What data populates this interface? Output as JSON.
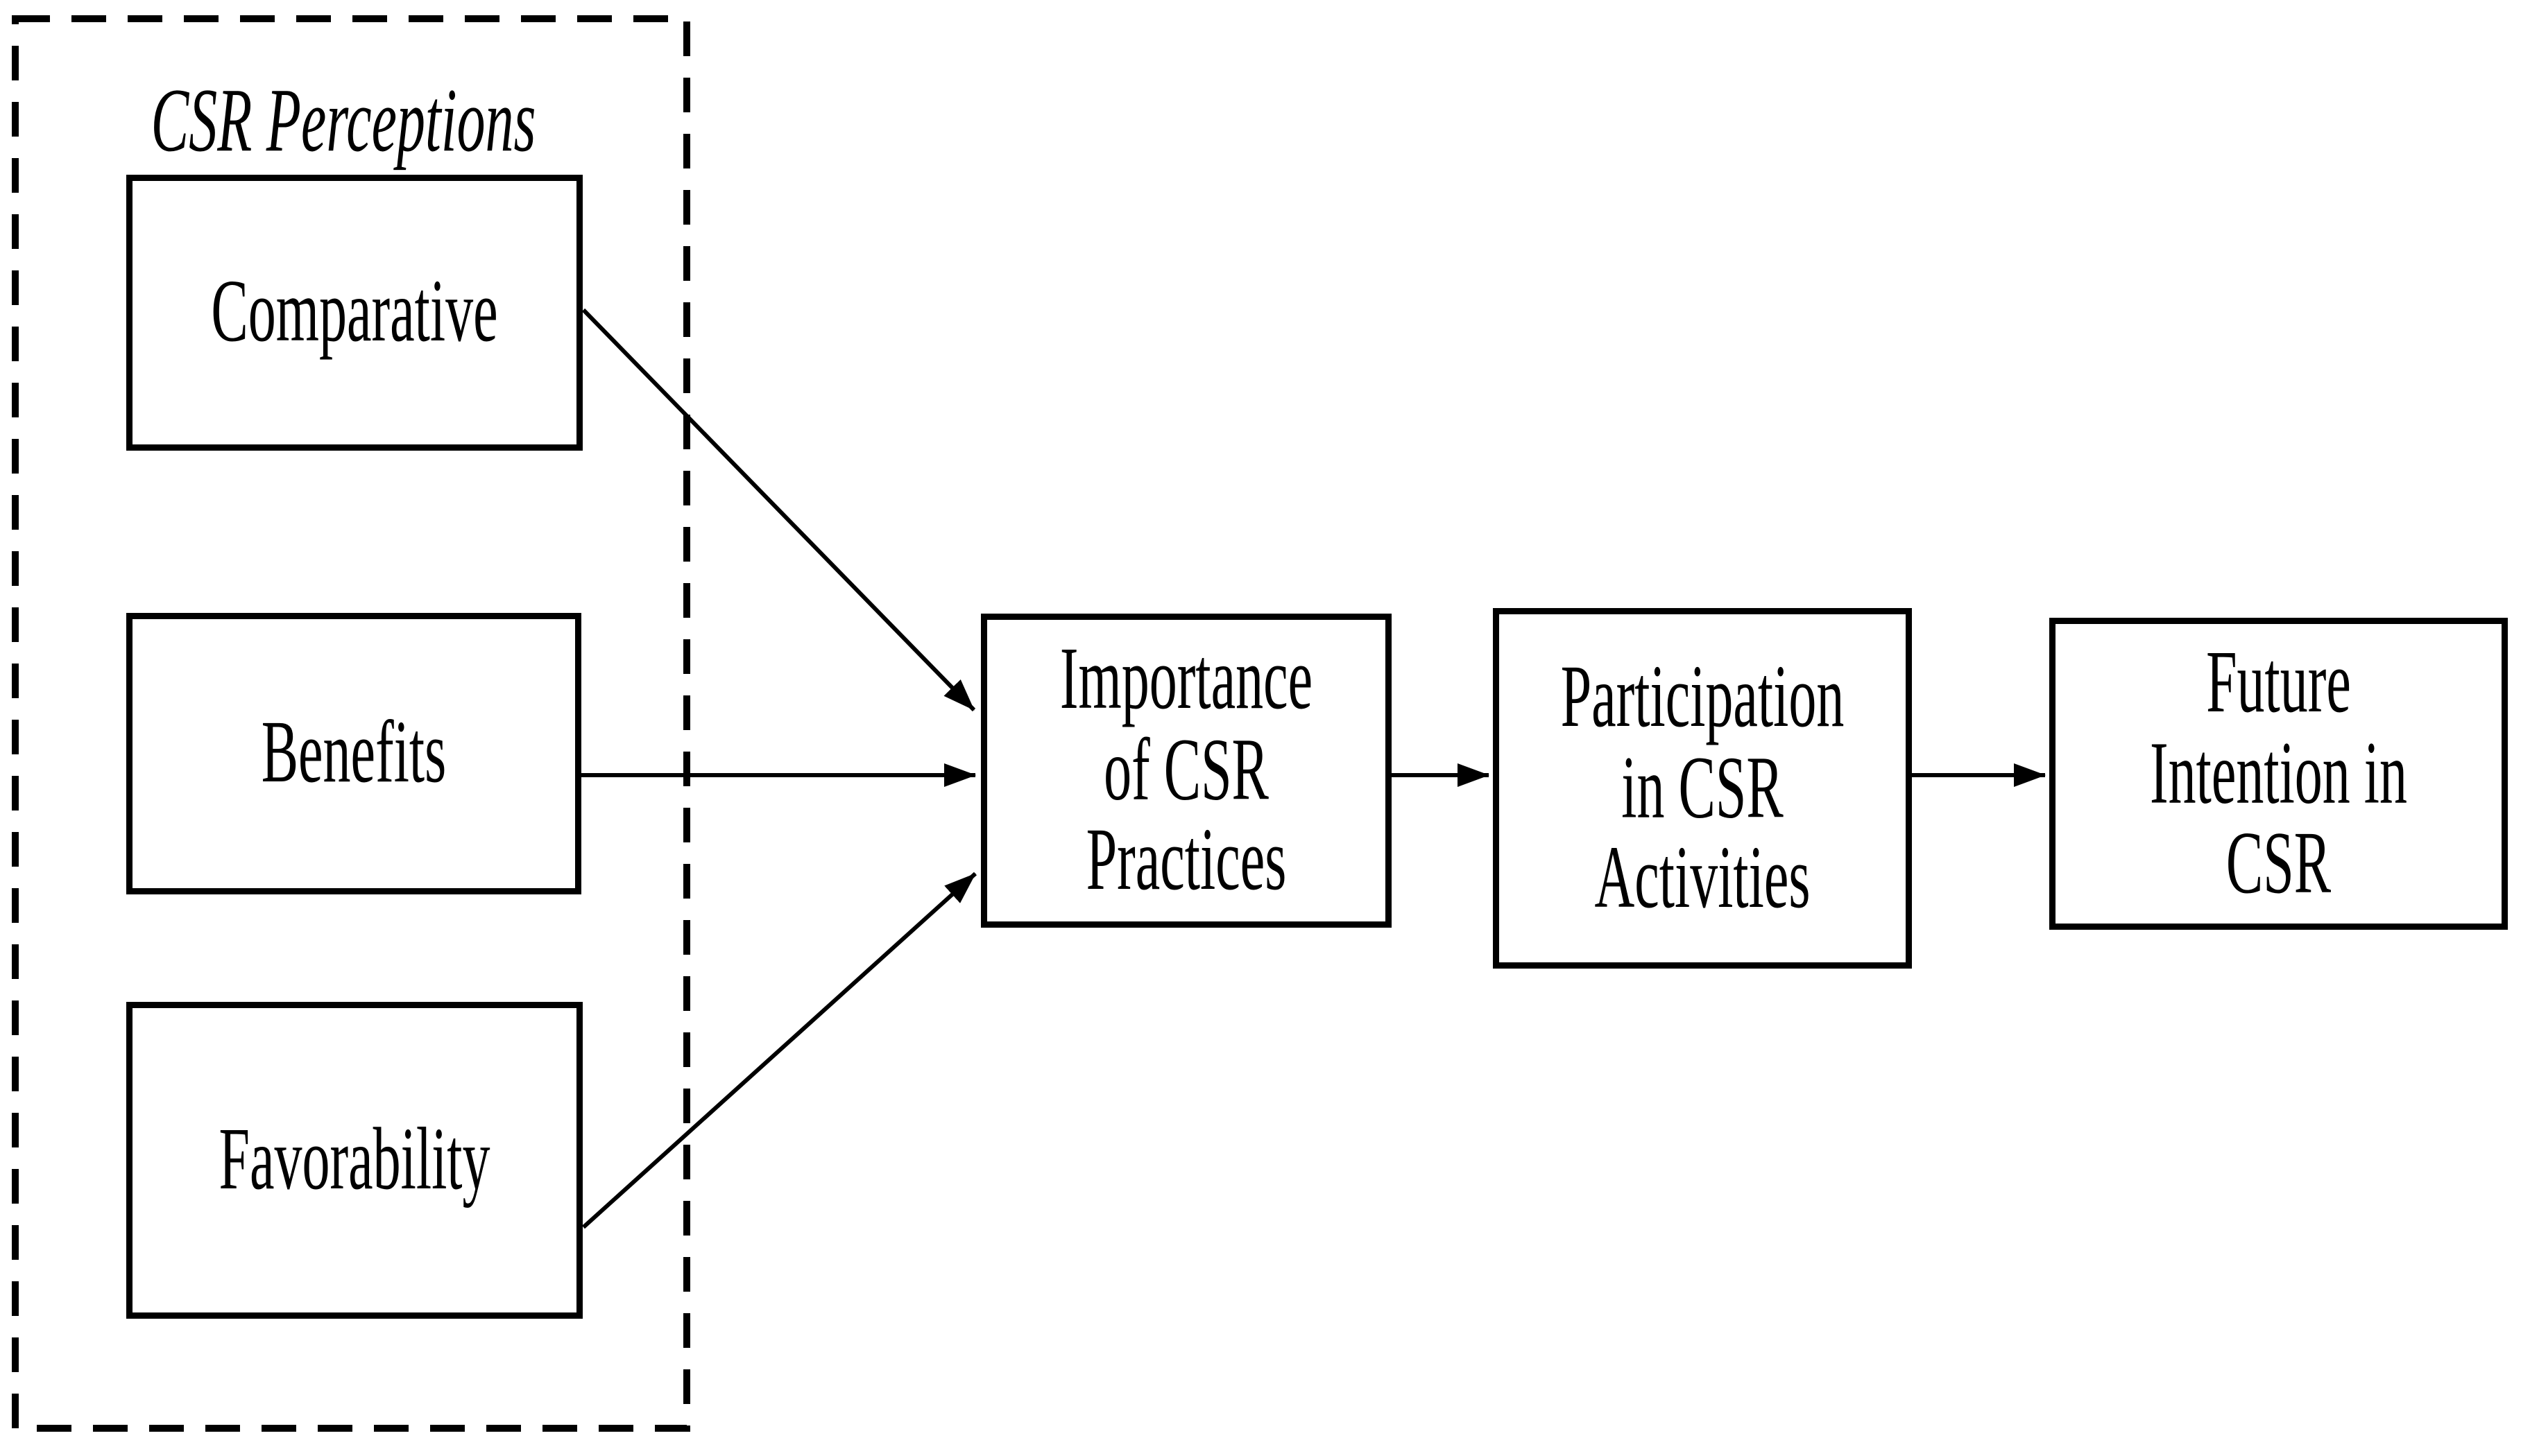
{
  "figure": {
    "title": "CSR Perceptions",
    "boxes": {
      "comparative": {
        "label": "Comparative"
      },
      "benefits": {
        "label": "Benefits"
      },
      "favorability": {
        "label": "Favorability"
      },
      "importance": {
        "lines": [
          "Importance",
          "of CSR",
          "Practices"
        ]
      },
      "participation": {
        "lines": [
          "Participation",
          "in CSR",
          "Activities"
        ]
      },
      "future": {
        "lines": [
          "Future",
          "Intention in",
          "CSR"
        ]
      }
    },
    "relations": [
      {
        "from": "Comparative",
        "to": "Importance of CSR Practices"
      },
      {
        "from": "Benefits",
        "to": "Importance of CSR Practices"
      },
      {
        "from": "Favorability",
        "to": "Importance of CSR Practices"
      },
      {
        "from": "Importance of CSR Practices",
        "to": "Participation in CSR Activities"
      },
      {
        "from": "Participation in CSR Activities",
        "to": "Future Intention in CSR"
      }
    ],
    "colors": {
      "ink": "#000000",
      "background": "#ffffff"
    }
  }
}
